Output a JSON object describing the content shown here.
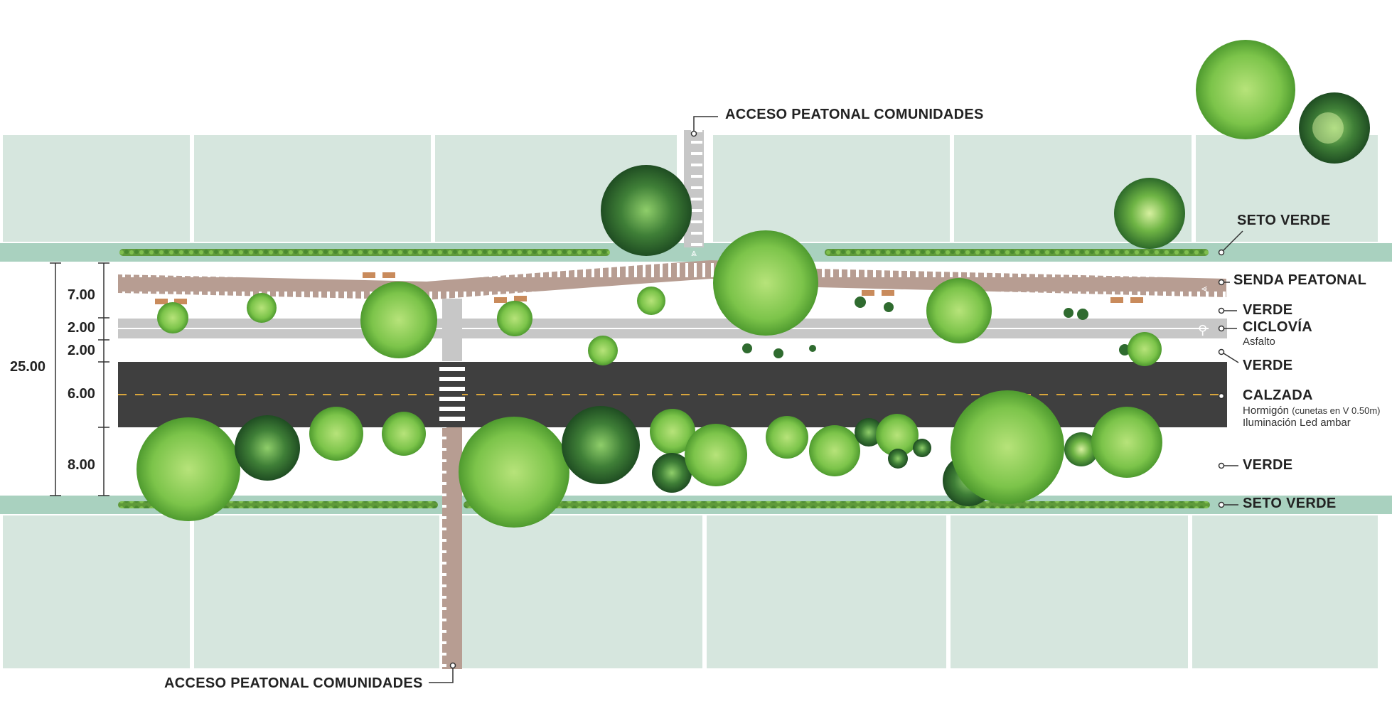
{
  "labels": {
    "acceso_top": "ACCESO PEATONAL COMUNIDADES",
    "acceso_bottom": "ACCESO PEATONAL COMUNIDADES",
    "seto_verde_top": "SETO VERDE",
    "senda_peatonal": "SENDA PEATONAL",
    "verde_1": "VERDE",
    "ciclovia": "CICLOVÍA",
    "ciclovia_sub": "Asfalto",
    "verde_2": "VERDE",
    "calzada": "CALZADA",
    "calzada_sub_1_main": "Hormigón ",
    "calzada_sub_1_small": "(cunetas en V 0.50m)",
    "calzada_sub_2": "Iluminación Led ambar",
    "verde_3": "VERDE",
    "seto_verde_bottom": "SETO VERDE"
  },
  "dimensions": {
    "total": "25.00",
    "senda": "7.00",
    "verde_ciclo": "2.00",
    "ciclovia": "2.00",
    "calzada": "6.00",
    "verde_sur": "8.00"
  },
  "colors": {
    "lot": "#d6e6de",
    "hedge_band": "#a9d1bf",
    "hedge": "#5f9a3a",
    "path": "#b79d92",
    "bike_lane": "#c7c7c7",
    "road": "#3f3f3f",
    "road_line": "#d9a53c",
    "tree_light": "#8fd14f",
    "tree_dark": "#2f6b2f"
  }
}
